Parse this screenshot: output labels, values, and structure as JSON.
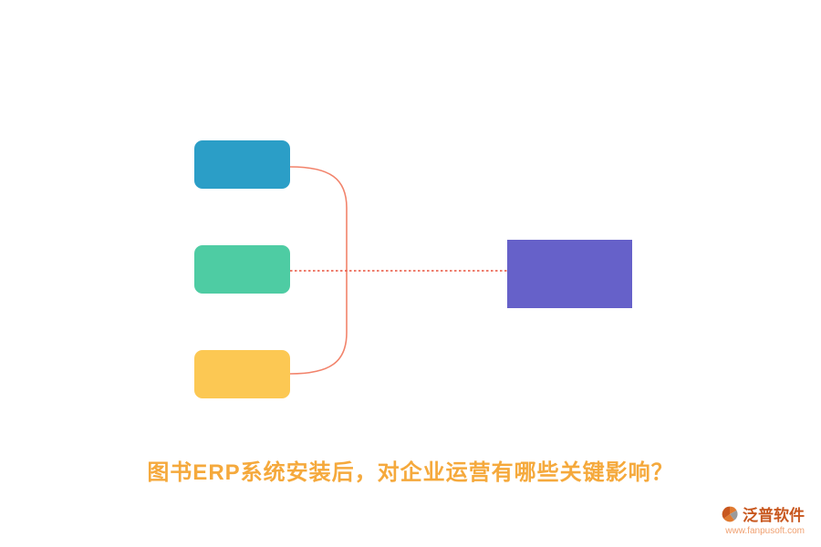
{
  "diagram": {
    "nodes": [
      {
        "id": "branch-top",
        "color": "#2b9ec7"
      },
      {
        "id": "branch-middle",
        "color": "#4ecca3"
      },
      {
        "id": "branch-bottom",
        "color": "#fcc853"
      },
      {
        "id": "result",
        "color": "#6661c9"
      }
    ],
    "connector_color": "#f2836b",
    "dotted_line_color": "#e8503a"
  },
  "caption": {
    "text": "图书ERP系统安装后，对企业运营有哪些关键影响？",
    "color": "#f5a93c"
  },
  "logo": {
    "name": "泛普软件",
    "url": "www.fanpusoft.com"
  }
}
